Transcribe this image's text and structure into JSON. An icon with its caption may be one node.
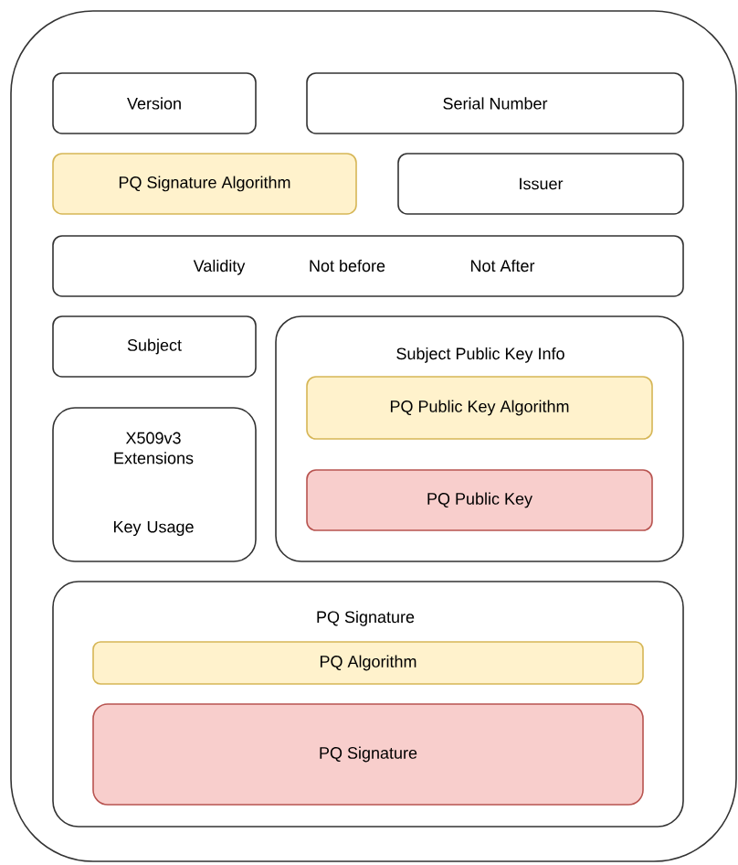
{
  "diagram": {
    "nodes": [
      {
        "text": [],
        "shape": "box"
      },
      {
        "text": [
          "Version"
        ],
        "in": 0
      },
      {
        "text": [
          "Serial Number"
        ],
        "in": 0
      },
      {
        "text": [
          "PQ Signature Algorithm"
        ],
        "in": 0
      },
      {
        "text": [
          "Issuer"
        ],
        "in": 0
      },
      {
        "text": [
          "Validity",
          "Not before",
          "Not After"
        ],
        "in": 0
      },
      {
        "text": [
          "Subject"
        ],
        "in": 0
      },
      {
        "text": [
          "Subject Public Key Info"
        ],
        "in": 0
      },
      {
        "text": [
          "PQ Public Key Algorithm"
        ],
        "in": 7
      },
      {
        "text": [
          "PQ Public Key"
        ],
        "in": 7
      },
      {
        "text": [
          "X509v3 Extensions",
          "Key Usage"
        ],
        "in": 0
      },
      {
        "text": [
          "PQ Signature"
        ],
        "in": 0
      },
      {
        "text": [
          "PQ Algorithm"
        ],
        "in": 11
      },
      {
        "text": [
          "PQ Signature"
        ],
        "in": 11
      }
    ]
  }
}
